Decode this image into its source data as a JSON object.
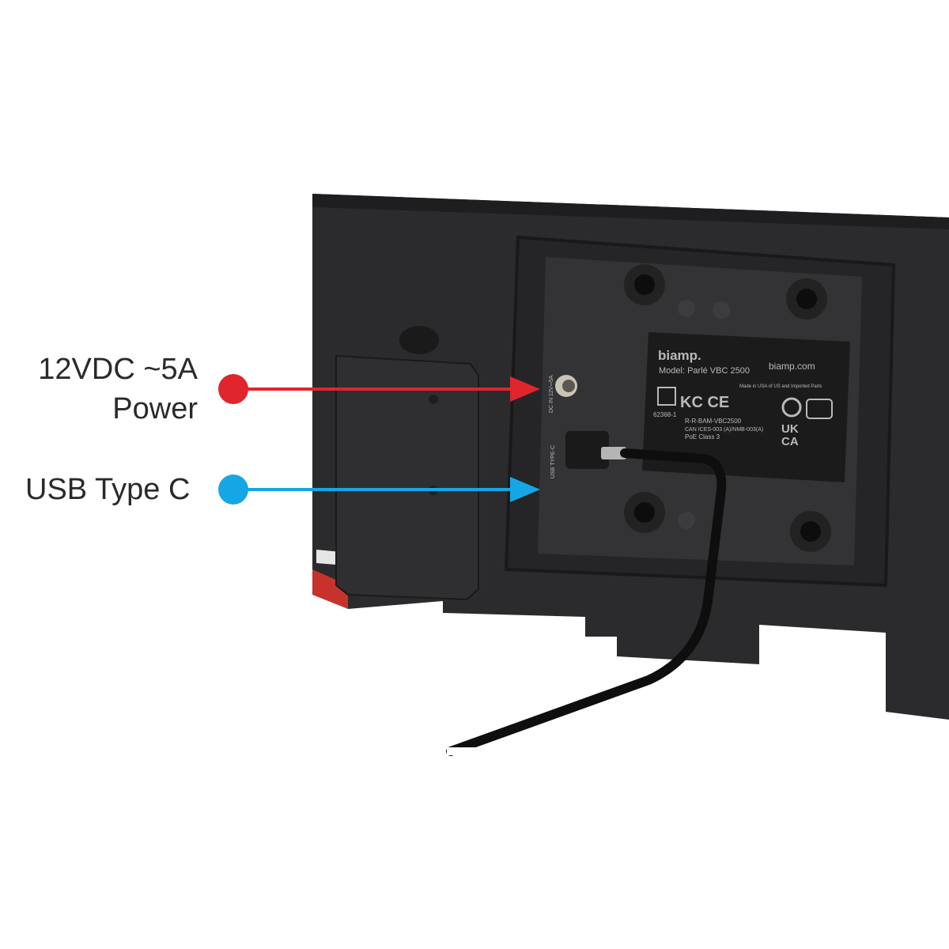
{
  "callouts": [
    {
      "id": "power",
      "lines": [
        "12VDC ~5A",
        "Power"
      ],
      "color": "#e0252c"
    },
    {
      "id": "usb",
      "lines": [
        "USB Type C"
      ],
      "color": "#15a6e6"
    }
  ],
  "device_label": {
    "brand": "biamp.",
    "model": "Model: Parlé VBC 2500",
    "website": "biamp.com",
    "made_in": "Made in USA of US and Imported Parts",
    "cert_id": "62368-1",
    "kc_id": "R-R-BAM-VBC2500",
    "can_ices": "CAN ICES-003 (A)/NMB-003(A)",
    "poe": "PoE Class 3",
    "ukca": [
      "UK",
      "CA"
    ]
  },
  "port_labels": {
    "dc": "DC IN 12V⎓5A",
    "usb": "USB TYPE-C"
  }
}
